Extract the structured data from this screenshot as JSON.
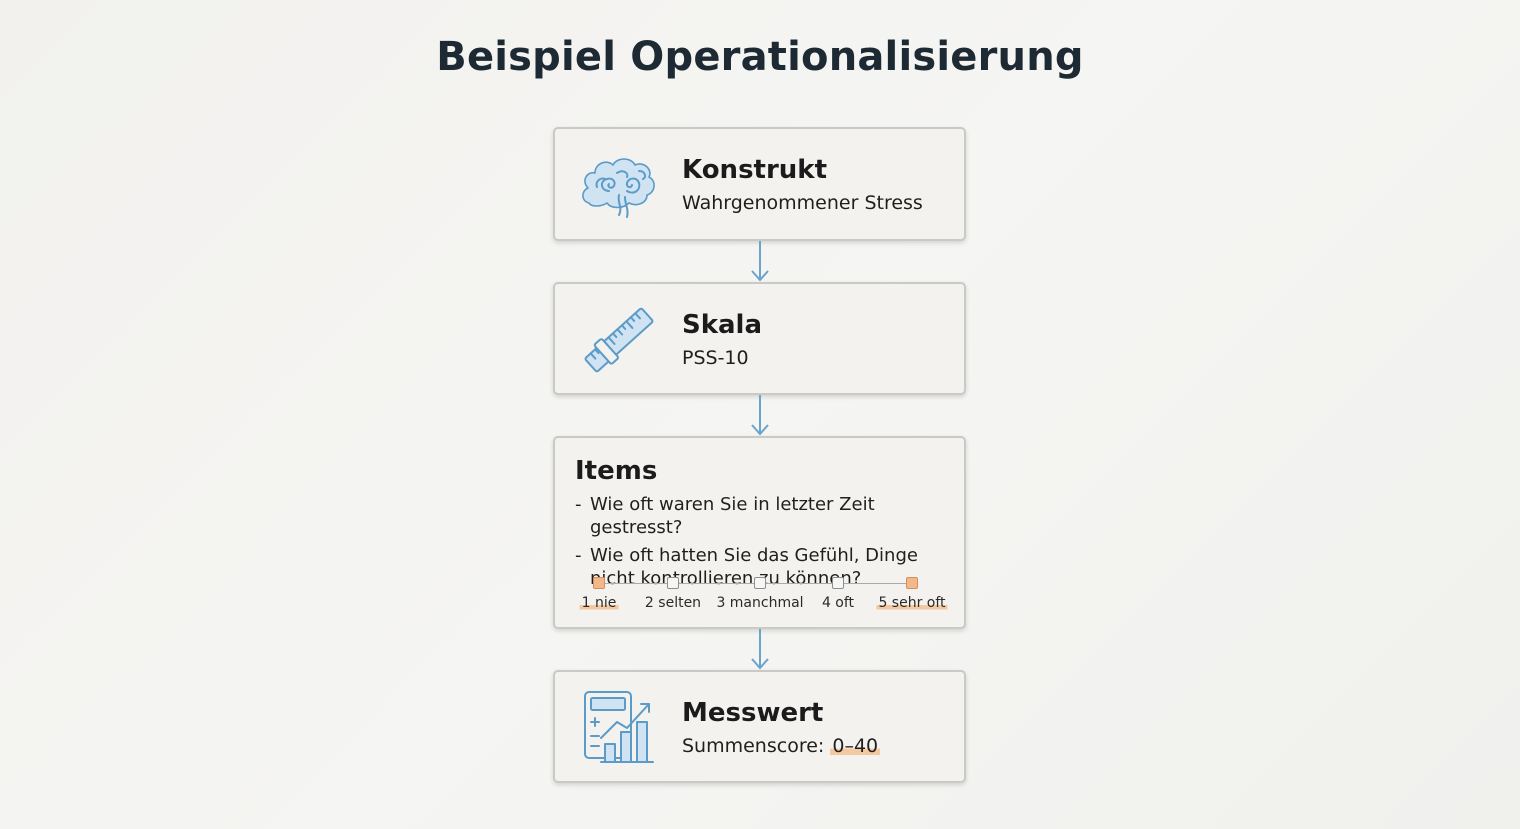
{
  "title": "Beispiel Operationalisierung",
  "colors": {
    "icon_stroke": "#5b9bc8",
    "icon_fill": "#cfe3f2",
    "highlight": "#f5c9a0",
    "arrow": "#6aa3cc"
  },
  "konstrukt": {
    "icon": "brain-cloud-icon",
    "heading": "Konstrukt",
    "text": "Wahrgenommener Stress"
  },
  "skala": {
    "icon": "ruler-icon",
    "heading": "Skala",
    "text": "PSS-10"
  },
  "items": {
    "heading": "Items",
    "list": [
      {
        "dash": "-",
        "text": "Wie oft waren Sie in letzter Zeit gestresst?"
      },
      {
        "dash": "-",
        "text": "Wie oft hatten Sie das Gefühl, Dinge nicht kontrollieren zu können?"
      }
    ],
    "scale": [
      {
        "label": "1 nie",
        "highlighted": true
      },
      {
        "label": "2 selten",
        "highlighted": false
      },
      {
        "label": "3 manchmal",
        "highlighted": false
      },
      {
        "label": "4 oft",
        "highlighted": false
      },
      {
        "label": "5 sehr oft",
        "highlighted": true
      }
    ]
  },
  "messwert": {
    "icon": "calculator-chart-icon",
    "heading": "Messwert",
    "text_prefix": "Summenscore: ",
    "text_value": "0–40"
  }
}
